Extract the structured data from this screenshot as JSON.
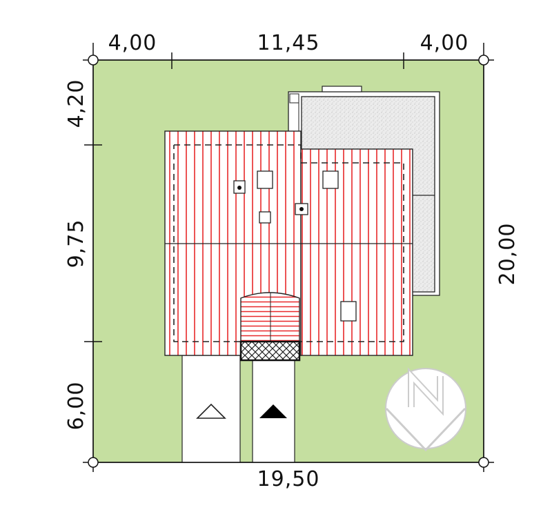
{
  "dimensions": {
    "top_left": "4,00",
    "top_middle": "11,45",
    "top_right": "4,00",
    "left_top": "4,20",
    "left_middle": "9,75",
    "left_bottom": "6,00",
    "right": "20,00",
    "bottom": "19,50"
  },
  "compass": {
    "letter": "N"
  },
  "colors": {
    "plot": "#c5dfa0",
    "roof_fill": "#ffffff",
    "roof_lines": "#e8282a",
    "garage_roof": "#e9e9e9",
    "outline": "#222222",
    "arrow_outline": "#222222",
    "arrow_filled": "#000000",
    "compass": "#cccccc"
  },
  "icons": [
    "compass-north-icon",
    "driveway-arrow-outline-icon",
    "driveway-arrow-filled-icon"
  ]
}
